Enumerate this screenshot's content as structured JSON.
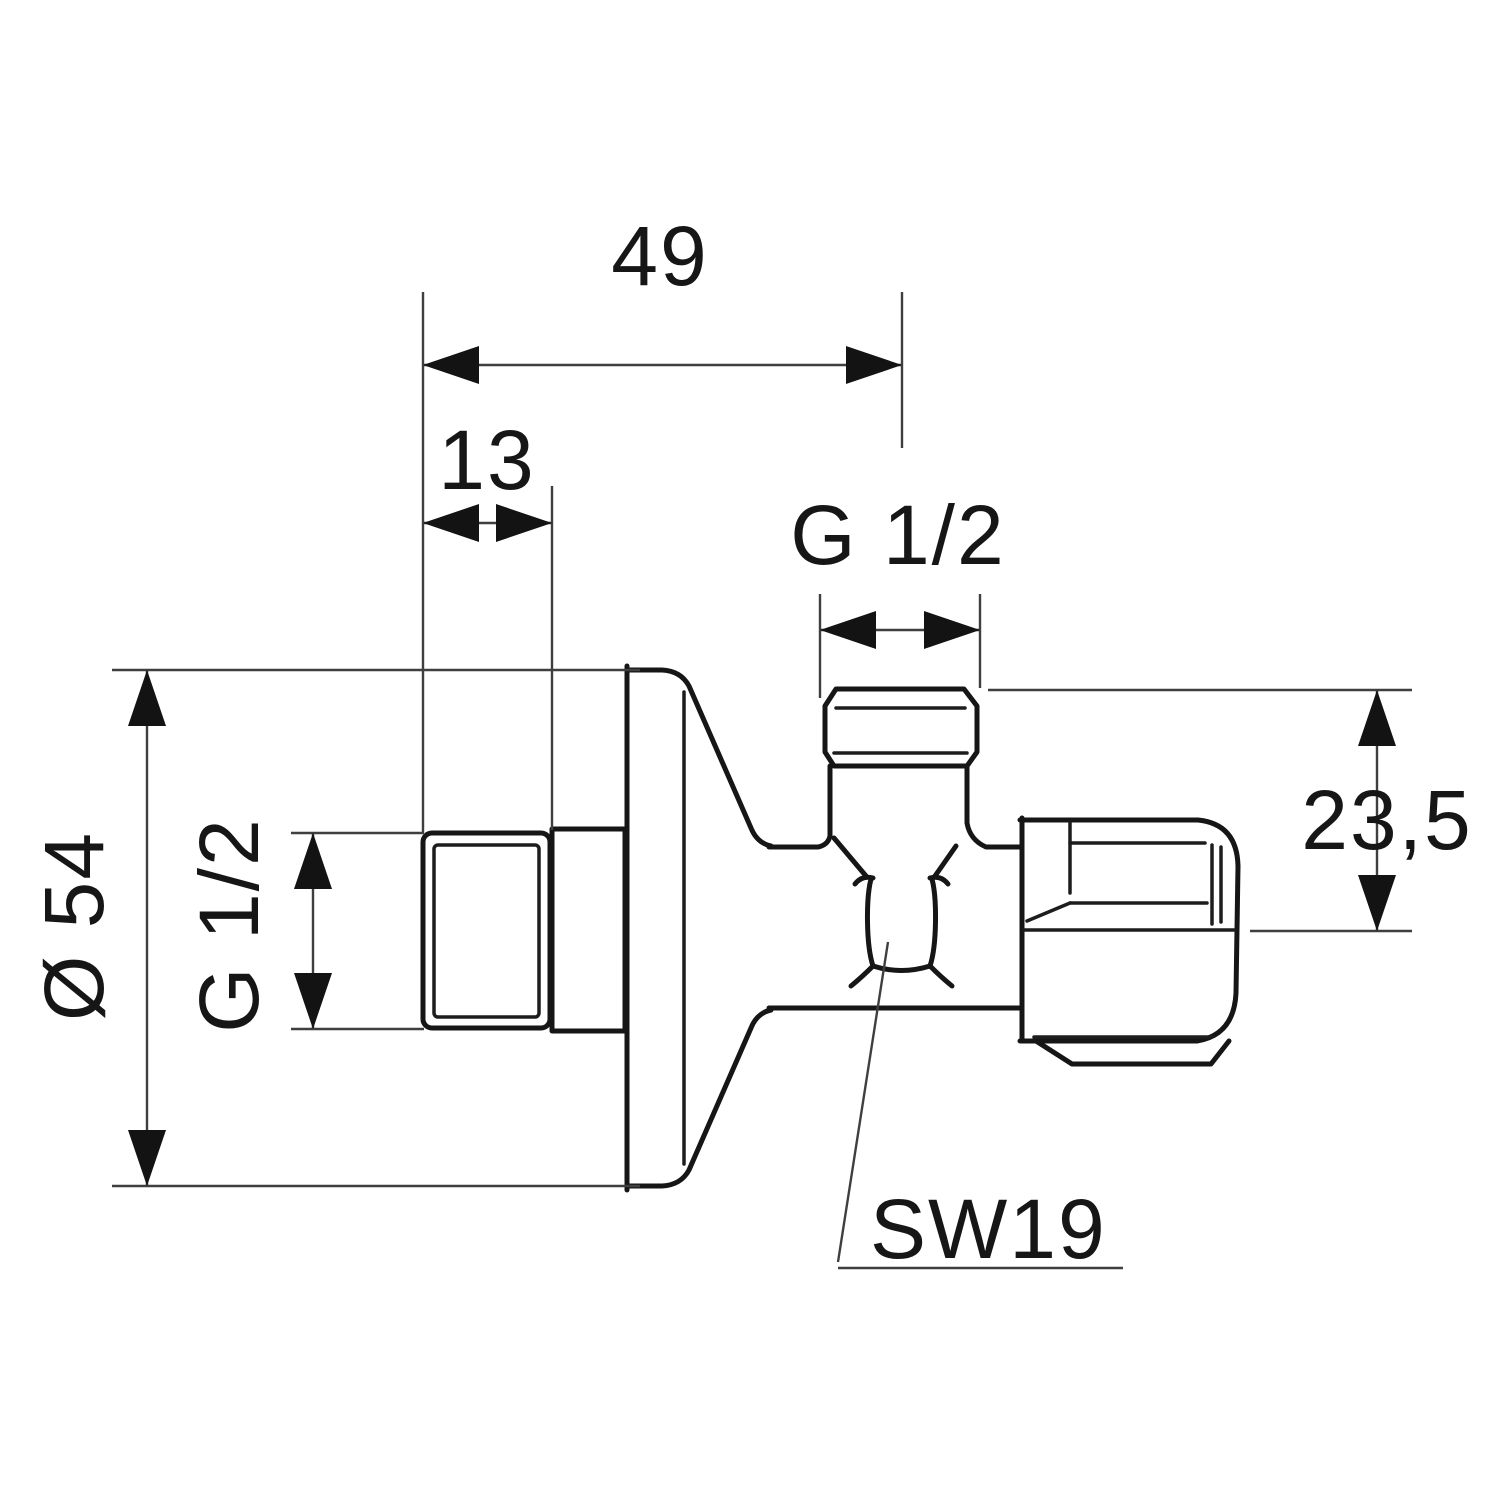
{
  "drawing": {
    "kind": "technical-dimension-drawing",
    "subject": "angle-valve-side-view",
    "background_color": "#ffffff",
    "object_line_color": "#161616",
    "dimension_line_color": "#3f3f3f",
    "text_color": "#161616",
    "labels": {
      "overall_width": "49",
      "thread_depth": "13",
      "top_port_thread": "G 1/2",
      "left_port_thread": "G 1/2",
      "flange_diameter": "Ø 54",
      "outlet_offset": "23,5",
      "wrench_size": "SW19"
    }
  }
}
